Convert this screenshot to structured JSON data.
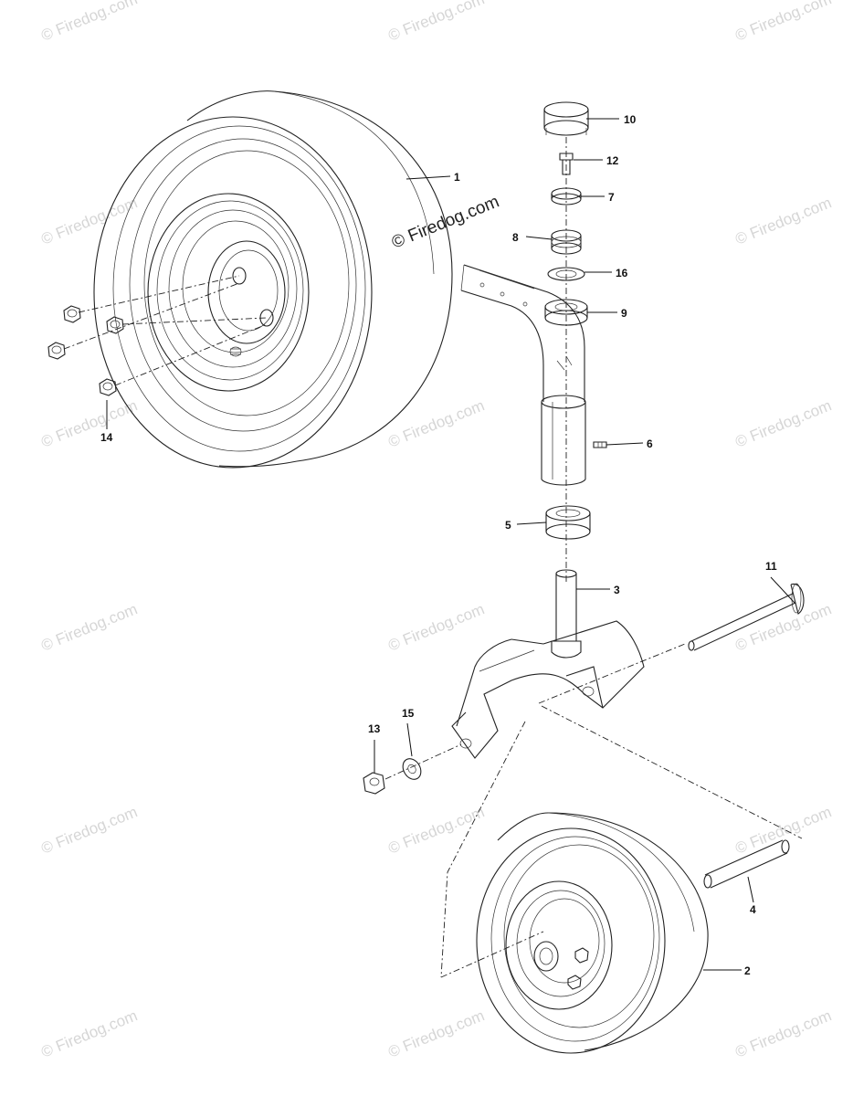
{
  "watermark": {
    "text": "© Firedog.com",
    "main_text": "© Firedog.com"
  },
  "parts": {
    "p1": "1",
    "p2": "2",
    "p3": "3",
    "p4": "4",
    "p5": "5",
    "p6": "6",
    "p7": "7",
    "p8": "8",
    "p9": "9",
    "p10": "10",
    "p11": "11",
    "p12": "12",
    "p13": "13",
    "p14": "14",
    "p15": "15",
    "p16": "16"
  }
}
